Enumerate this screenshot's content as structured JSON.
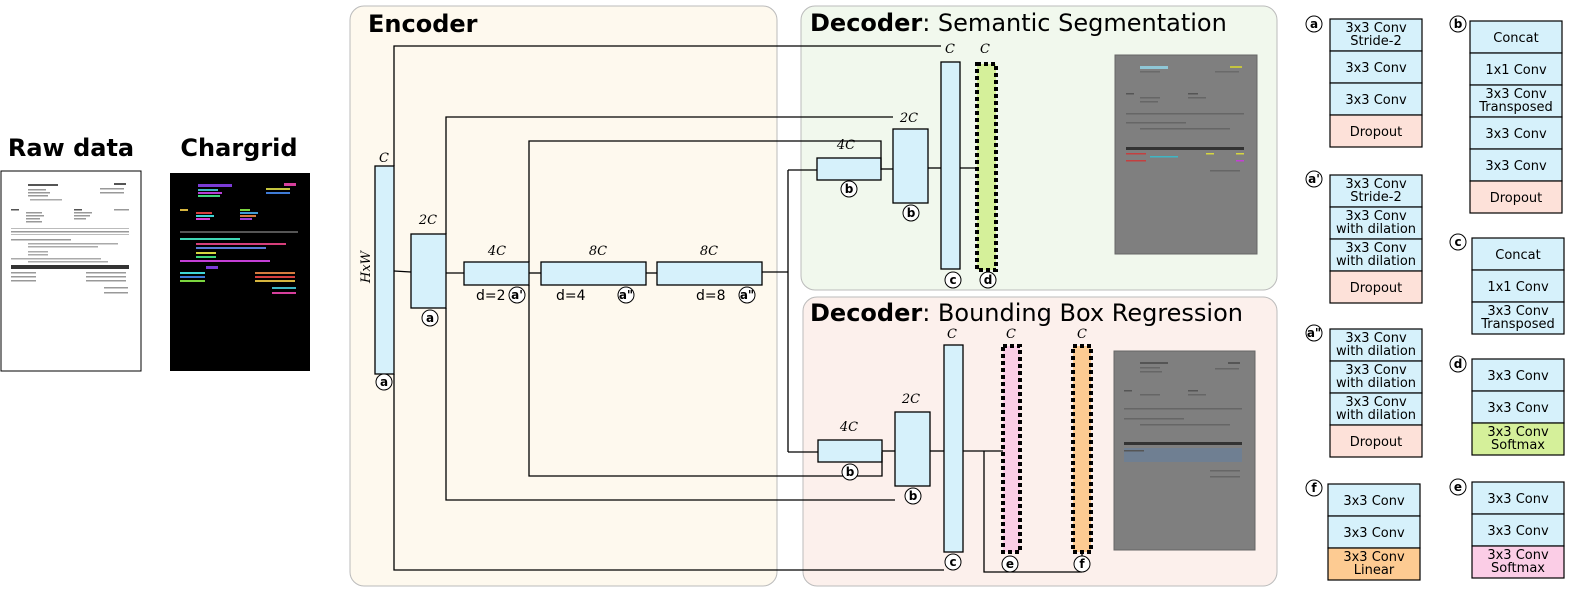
{
  "headings": {
    "raw_data": "Raw data",
    "chargrid": "Chargrid",
    "encoder": "Encoder",
    "decoder_word": "Decoder",
    "seg_suffix": ": Semantic Segmentation",
    "bbox_suffix": ": Bounding Box Regression"
  },
  "dims": {
    "c": "C",
    "two_c": "2C",
    "four_c": "4C",
    "eight_c": "8C",
    "hxw": "HxW"
  },
  "dilations": {
    "d2": "d=2",
    "d4": "d=4",
    "d8": "d=8"
  },
  "badges": {
    "a": "a",
    "a1": "a'",
    "a2": "a\"",
    "b": "b",
    "c": "c",
    "d": "d",
    "e": "e",
    "f": "f"
  },
  "legend": {
    "a": {
      "badge": "a",
      "blocks": [
        {
          "lines": [
            "3x3 Conv",
            "Stride-2"
          ],
          "color": "#d6f1fb"
        },
        {
          "lines": [
            "3x3 Conv"
          ],
          "color": "#d6f1fb"
        },
        {
          "lines": [
            "3x3 Conv"
          ],
          "color": "#d6f1fb"
        },
        {
          "lines": [
            "Dropout"
          ],
          "color": "#fde1d9"
        }
      ]
    },
    "a1": {
      "badge": "a'",
      "blocks": [
        {
          "lines": [
            "3x3 Conv",
            "Stride-2"
          ],
          "color": "#d6f1fb"
        },
        {
          "lines": [
            "3x3 Conv",
            "with dilation"
          ],
          "color": "#d6f1fb"
        },
        {
          "lines": [
            "3x3 Conv",
            "with dilation"
          ],
          "color": "#d6f1fb"
        },
        {
          "lines": [
            "Dropout"
          ],
          "color": "#fde1d9"
        }
      ]
    },
    "a2": {
      "badge": "a\"",
      "blocks": [
        {
          "lines": [
            "3x3 Conv",
            "with dilation"
          ],
          "color": "#d6f1fb"
        },
        {
          "lines": [
            "3x3 Conv",
            "with dilation"
          ],
          "color": "#d6f1fb"
        },
        {
          "lines": [
            "3x3 Conv",
            "with dilation"
          ],
          "color": "#d6f1fb"
        },
        {
          "lines": [
            "Dropout"
          ],
          "color": "#fde1d9"
        }
      ]
    },
    "f": {
      "badge": "f",
      "blocks": [
        {
          "lines": [
            "3x3 Conv"
          ],
          "color": "#d6f1fb"
        },
        {
          "lines": [
            "3x3 Conv"
          ],
          "color": "#d6f1fb"
        },
        {
          "lines": [
            "3x3 Conv",
            "Linear"
          ],
          "color": "#fdcb92"
        }
      ]
    },
    "b": {
      "badge": "b",
      "blocks": [
        {
          "lines": [
            "Concat"
          ],
          "color": "#d6f1fb"
        },
        {
          "lines": [
            "1x1 Conv"
          ],
          "color": "#d6f1fb"
        },
        {
          "lines": [
            "3x3 Conv",
            "Transposed"
          ],
          "color": "#d6f1fb"
        },
        {
          "lines": [
            "3x3 Conv"
          ],
          "color": "#d6f1fb"
        },
        {
          "lines": [
            "3x3 Conv"
          ],
          "color": "#d6f1fb"
        },
        {
          "lines": [
            "Dropout"
          ],
          "color": "#fde1d9"
        }
      ]
    },
    "c": {
      "badge": "c",
      "blocks": [
        {
          "lines": [
            "Concat"
          ],
          "color": "#d6f1fb"
        },
        {
          "lines": [
            "1x1 Conv"
          ],
          "color": "#d6f1fb"
        },
        {
          "lines": [
            "3x3 Conv",
            "Transposed"
          ],
          "color": "#d6f1fb"
        }
      ]
    },
    "d": {
      "badge": "d",
      "blocks": [
        {
          "lines": [
            "3x3 Conv"
          ],
          "color": "#d6f1fb"
        },
        {
          "lines": [
            "3x3 Conv"
          ],
          "color": "#d6f1fb"
        },
        {
          "lines": [
            "3x3 Conv",
            "Softmax"
          ],
          "color": "#d5f09a"
        }
      ]
    },
    "e": {
      "badge": "e",
      "blocks": [
        {
          "lines": [
            "3x3 Conv"
          ],
          "color": "#d6f1fb"
        },
        {
          "lines": [
            "3x3 Conv"
          ],
          "color": "#d6f1fb"
        },
        {
          "lines": [
            "3x3 Conv",
            "Softmax"
          ],
          "color": "#fbcde6"
        }
      ]
    }
  },
  "colors": {
    "encoder_bg": "#fef9ee",
    "seg_bg": "#f1f8ed",
    "bbox_bg": "#fcf0ec",
    "block_blue": "#d6f1fb",
    "dropout": "#fde1d9",
    "seg_output": "#d5f09a",
    "class_output": "#fbcde6",
    "reg_output": "#fdcb92"
  }
}
